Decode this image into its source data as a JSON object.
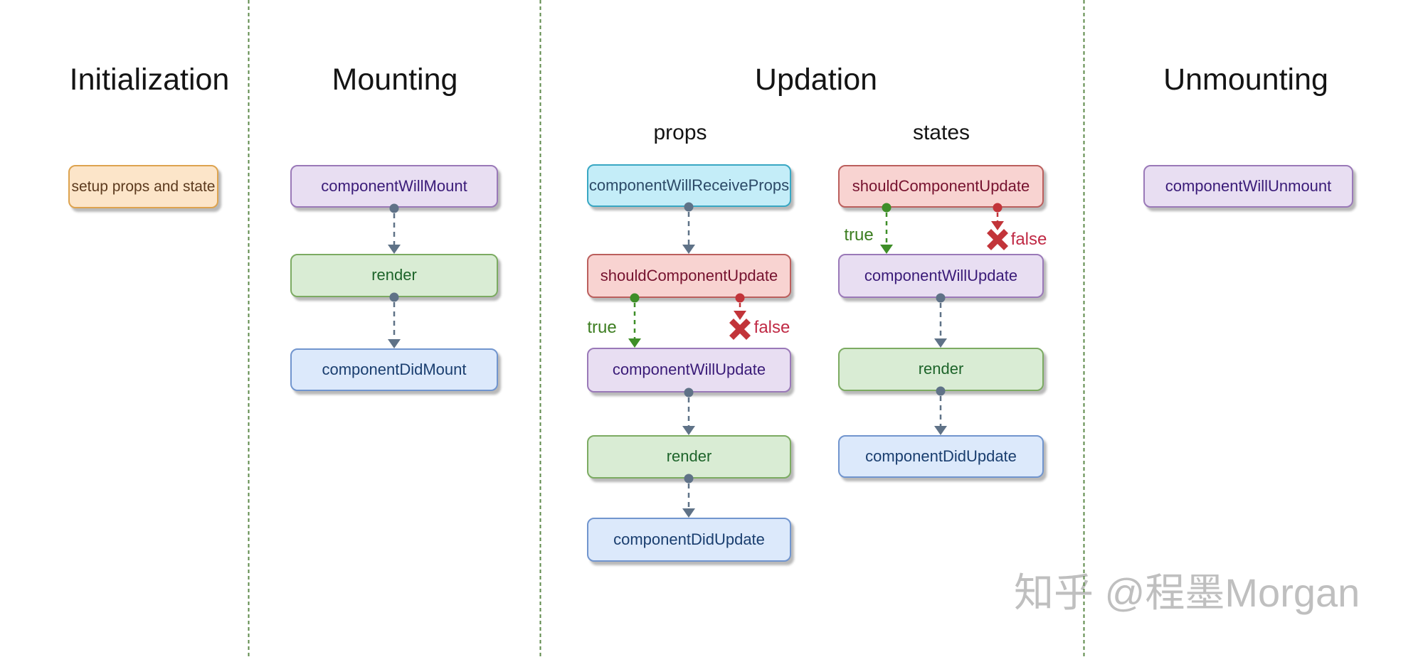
{
  "sections": {
    "initialization": {
      "title": "Initialization",
      "nodes": [
        {
          "label": "setup props and state",
          "type": "orange"
        }
      ]
    },
    "mounting": {
      "title": "Mounting",
      "nodes": [
        {
          "label": "componentWillMount",
          "type": "purple"
        },
        {
          "label": "render",
          "type": "green"
        },
        {
          "label": "componentDidMount",
          "type": "blue"
        }
      ]
    },
    "updation": {
      "title": "Updation",
      "props_column": {
        "title": "props",
        "nodes": [
          {
            "label": "componentWillReceiveProps",
            "type": "cyan"
          },
          {
            "label": "shouldComponentUpdate",
            "type": "red"
          },
          {
            "label": "componentWillUpdate",
            "type": "purple"
          },
          {
            "label": "render",
            "type": "green"
          },
          {
            "label": "componentDidUpdate",
            "type": "blue"
          }
        ],
        "true_label": "true",
        "false_label": "false"
      },
      "states_column": {
        "title": "states",
        "nodes": [
          {
            "label": "shouldComponentUpdate",
            "type": "red"
          },
          {
            "label": "componentWillUpdate",
            "type": "purple"
          },
          {
            "label": "render",
            "type": "green"
          },
          {
            "label": "componentDidUpdate",
            "type": "blue"
          }
        ],
        "true_label": "true",
        "false_label": "false"
      }
    },
    "unmounting": {
      "title": "Unmounting",
      "nodes": [
        {
          "label": "componentWillUnmount",
          "type": "purple"
        }
      ]
    }
  },
  "watermark": {
    "text": "知乎 @程墨Morgan"
  },
  "colors": {
    "divider": "#5d8a4a",
    "connector": "#5f7287",
    "true_branch": "#3e8e28",
    "false_branch": "#c23439",
    "node_palette": {
      "orange": {
        "bg": "#fce5c9",
        "border": "#dda34f",
        "text": "#5c3a1e"
      },
      "purple": {
        "bg": "#e8def2",
        "border": "#9a79b8",
        "text": "#3a1b78"
      },
      "green": {
        "bg": "#d9ecd4",
        "border": "#7cab62",
        "text": "#1d642a"
      },
      "blue": {
        "bg": "#dce9fb",
        "border": "#7195ce",
        "text": "#1a3e6f"
      },
      "cyan": {
        "bg": "#c4edf8",
        "border": "#38a7c3",
        "text": "#2c4a67"
      },
      "red": {
        "bg": "#f8d3d1",
        "border": "#bb5f5d",
        "text": "#76122f"
      }
    }
  }
}
